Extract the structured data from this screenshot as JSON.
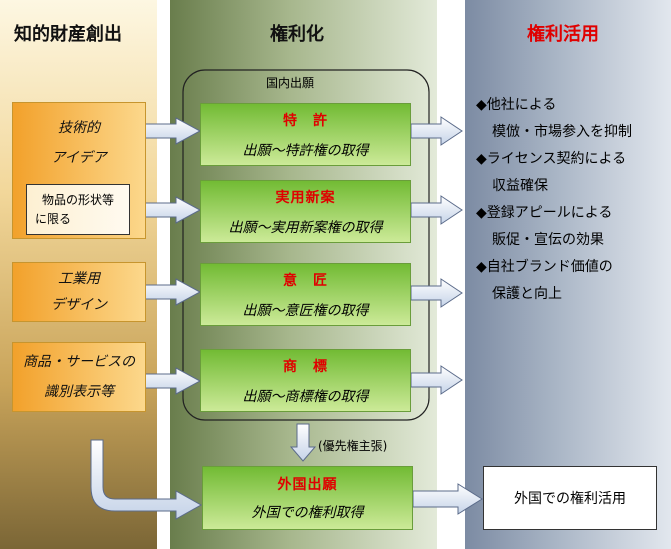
{
  "columns": {
    "creation": "知的財産創出",
    "rights": "権利化",
    "utilization": "権利活用"
  },
  "domestic_label": "国内出願",
  "sources": {
    "technical_idea": [
      "技術的",
      "アイデア"
    ],
    "limited_shape": [
      "物品の形状等",
      "に限る"
    ],
    "industrial_design": [
      "工業用",
      "デザイン"
    ],
    "product_service": [
      "商品・サービスの",
      "識別表示等"
    ]
  },
  "rights": [
    {
      "title": "特　許",
      "sub": "出願～特許権の取得"
    },
    {
      "title": "実用新案",
      "sub": "出願～実用新案権の取得"
    },
    {
      "title": "意　匠",
      "sub": "出願～意匠権の取得"
    },
    {
      "title": "商　標",
      "sub": "出願～商標権の取得"
    }
  ],
  "priority_label": "(優先権主張)",
  "foreign": {
    "title": "外国出願",
    "sub": "外国での権利取得"
  },
  "foreign_use": "外国での権利活用",
  "benefits": [
    [
      "◆他社による",
      "模倣・市場参入を抑制"
    ],
    [
      "◆ライセンス契約による",
      "収益確保"
    ],
    [
      "◆登録アピールによる",
      "販促・宣伝の効果"
    ],
    [
      "◆自社ブランド価値の",
      "保護と向上"
    ]
  ],
  "colors": {
    "accent_red": "#e00000",
    "green_box": "#72bb34",
    "orange_box": "#f2a12b"
  }
}
